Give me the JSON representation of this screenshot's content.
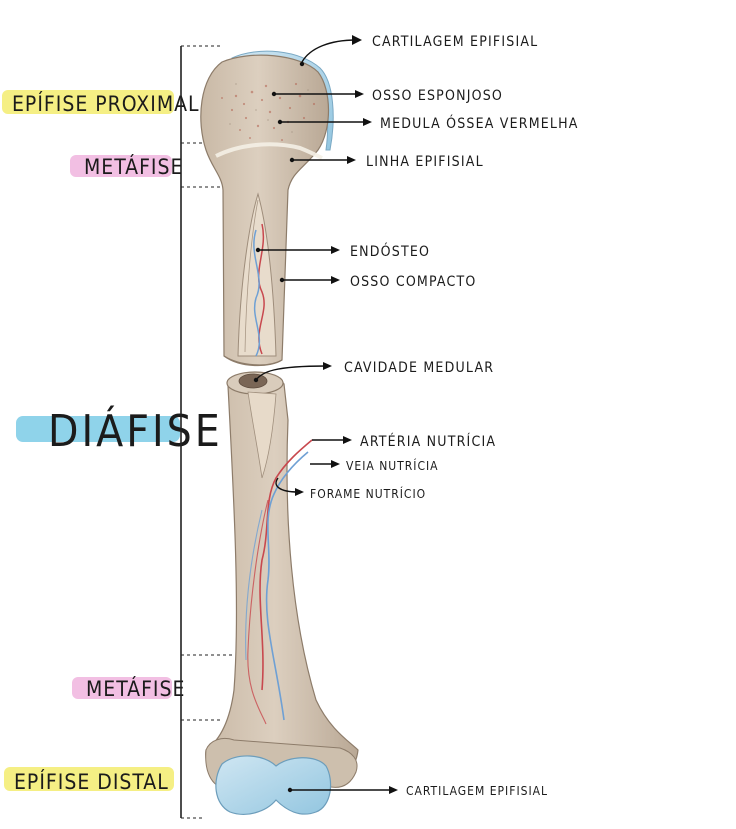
{
  "regions": {
    "proximal_epiphysis": "EPÍFISE PROXIMAL",
    "metaphysis_top": "METÁFISE",
    "diaphysis": "DIÁFISE",
    "metaphysis_bottom": "METÁFISE",
    "distal_epiphysis": "EPÍFISE DISTAL"
  },
  "labels": {
    "cartilage_top": "CARTILAGEM EPIFISIAL",
    "spongy_bone": "OSSO ESPONJOSO",
    "red_marrow": "MEDULA ÓSSEA VERMELHA",
    "epiphyseal_line": "LINHA EPIFISIAL",
    "endosteum": "ENDÓSTEO",
    "compact_bone": "OSSO COMPACTO",
    "medullary_cavity": "CAVIDADE MEDULAR",
    "nutrient_artery": "ARTÉRIA NUTRÍCIA",
    "nutrient_vein": "VEIA NUTRÍCIA",
    "nutrient_foramen": "FORAME NUTRÍCIO",
    "cartilage_bottom": "CARTILAGEM EPIFISIAL"
  },
  "colors": {
    "bone": "#d6c8b6",
    "bone_shadow": "#b3a391",
    "cartilage": "#a9d2e8",
    "artery": "#c8484e",
    "vein": "#6fa0d4",
    "highlight_yellow": "#f5ef84",
    "highlight_pink": "#f2bfe3",
    "highlight_blue": "#8fd3ea"
  }
}
